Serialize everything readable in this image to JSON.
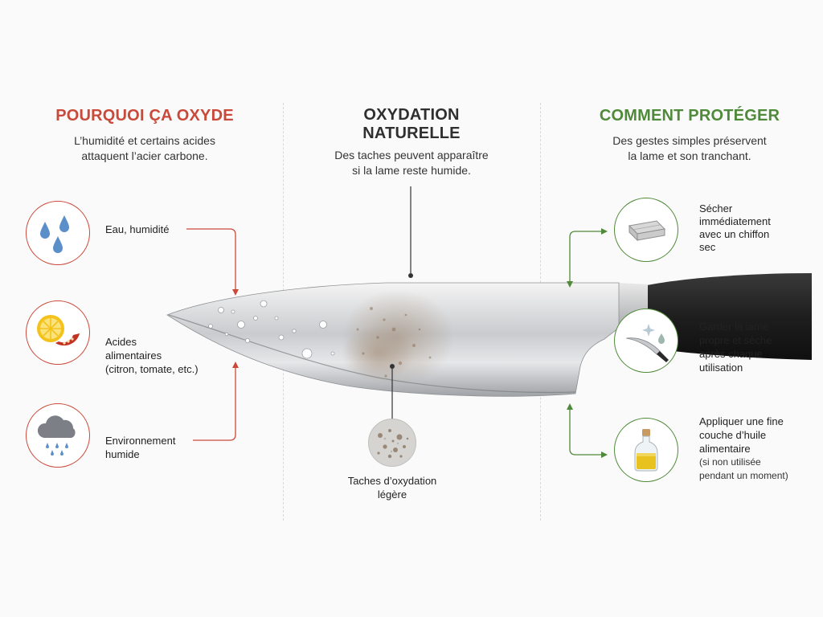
{
  "left": {
    "title": "POURQUOI ÇA OXYDE",
    "subtitle_lines": [
      "L’humidité et certains acides",
      "attaquent l’acier carbone."
    ],
    "items": [
      {
        "lines": [
          "Eau, humidité"
        ]
      },
      {
        "lines": [
          "Acides",
          "alimentaires",
          "(citron, tomate, etc.)"
        ]
      },
      {
        "lines": [
          "Environnement",
          "humide"
        ]
      }
    ]
  },
  "center": {
    "title_lines": [
      "OXYDATION",
      "NATURELLE"
    ],
    "subtitle_lines": [
      "Des taches peuvent apparaître",
      "si la lame reste humide."
    ],
    "callout_lines": [
      "Taches d’oxydation",
      "légère"
    ]
  },
  "right": {
    "title": "COMMENT PROTÉGER",
    "subtitle_lines": [
      "Des gestes simples préservent",
      "la lame et son tranchant."
    ],
    "items": [
      {
        "lines": [
          "Sécher",
          "immédiatement",
          "avec un chiffon",
          "sec"
        ]
      },
      {
        "lines": [
          "Garder la lame",
          "propre et sèche",
          "après chaque",
          "utilisation"
        ]
      },
      {
        "lines": [
          "Appliquer une fine",
          "couche d’huile",
          "alimentaire"
        ],
        "note_lines": [
          "(si non utilisée",
          "pendant un moment)"
        ]
      }
    ]
  },
  "colors": {
    "left_accent": "#c94a3a",
    "center_title": "#2f2f2f",
    "right_accent": "#4f8a3a",
    "water_drop": "#5b8fc9",
    "handle": "#1e1e1e"
  },
  "icons": {
    "left": [
      "water-drops-icon",
      "lemon-tomato-icon",
      "rain-cloud-icon"
    ],
    "right": [
      "folded-cloth-icon",
      "clean-knife-icon",
      "oil-bottle-icon"
    ],
    "center": [
      "rust-spots-magnifier-icon"
    ]
  }
}
